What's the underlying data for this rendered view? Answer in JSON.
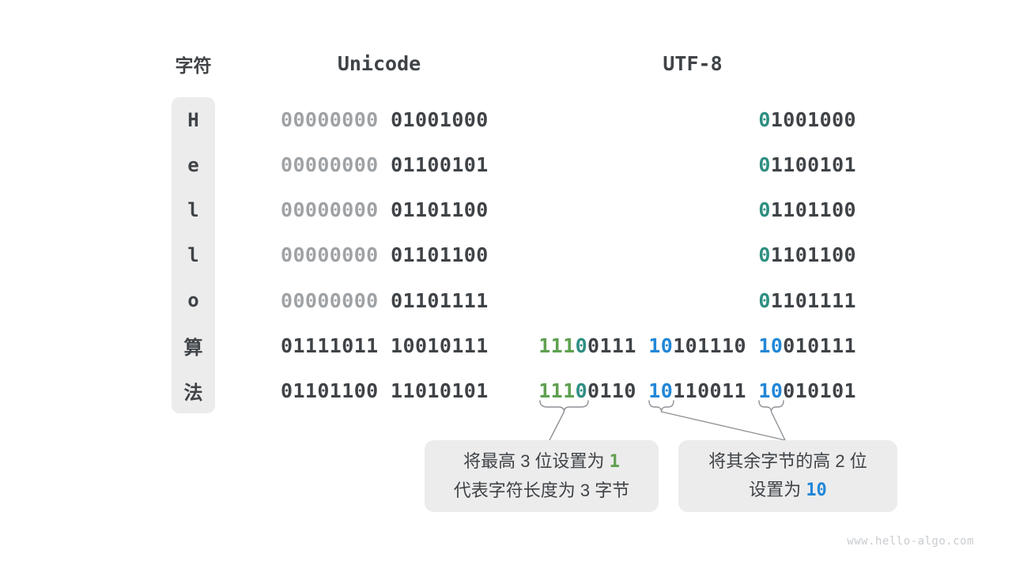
{
  "colors": {
    "dark": "#3F4347",
    "gray": "#9FA2A5",
    "green": "#5FA050",
    "teal": "#2E8F82",
    "blue": "#2287D7",
    "boxgray": "#ECECEC",
    "faint": "#C9CCCF",
    "line": "#8E9296"
  },
  "header": {
    "char": "字符",
    "unicode": "Unicode",
    "utf8": "UTF-8"
  },
  "table": {
    "rows": [
      {
        "char": "H",
        "unicode": [
          [
            "gray",
            "00000000 "
          ],
          [
            "dark",
            "01001000"
          ]
        ],
        "utf8": [
          [
            "teal",
            "0"
          ],
          [
            "dark",
            "1001000"
          ]
        ]
      },
      {
        "char": "e",
        "unicode": [
          [
            "gray",
            "00000000 "
          ],
          [
            "dark",
            "01100101"
          ]
        ],
        "utf8": [
          [
            "teal",
            "0"
          ],
          [
            "dark",
            "1100101"
          ]
        ]
      },
      {
        "char": "l",
        "unicode": [
          [
            "gray",
            "00000000 "
          ],
          [
            "dark",
            "01101100"
          ]
        ],
        "utf8": [
          [
            "teal",
            "0"
          ],
          [
            "dark",
            "1101100"
          ]
        ]
      },
      {
        "char": "l",
        "unicode": [
          [
            "gray",
            "00000000 "
          ],
          [
            "dark",
            "01101100"
          ]
        ],
        "utf8": [
          [
            "teal",
            "0"
          ],
          [
            "dark",
            "1101100"
          ]
        ]
      },
      {
        "char": "o",
        "unicode": [
          [
            "gray",
            "00000000 "
          ],
          [
            "dark",
            "01101111"
          ]
        ],
        "utf8": [
          [
            "teal",
            "0"
          ],
          [
            "dark",
            "1101111"
          ]
        ]
      },
      {
        "char": "算",
        "unicode": [
          [
            "dark",
            "01111011 10010111"
          ]
        ],
        "utf8": [
          [
            "green",
            "111"
          ],
          [
            "teal",
            "0"
          ],
          [
            "dark",
            "0111 "
          ],
          [
            "blue",
            "10"
          ],
          [
            "dark",
            "101110 "
          ],
          [
            "blue",
            "10"
          ],
          [
            "dark",
            "010111"
          ]
        ]
      },
      {
        "char": "法",
        "unicode": [
          [
            "dark",
            "01101100 11010101"
          ]
        ],
        "utf8": [
          [
            "green",
            "111"
          ],
          [
            "teal",
            "0"
          ],
          [
            "dark",
            "0110 "
          ],
          [
            "blue",
            "10"
          ],
          [
            "dark",
            "110011 "
          ],
          [
            "blue",
            "10"
          ],
          [
            "dark",
            "010101"
          ]
        ]
      }
    ]
  },
  "callouts": {
    "left": {
      "line1_prefix": "将最高 3 位设置为 ",
      "line1_highlight": "1",
      "line2": "代表字符长度为 3 字节"
    },
    "right": {
      "line1": "将其余字节的高 2 位",
      "line2_prefix": "设置为 ",
      "line2_highlight": "10"
    }
  },
  "watermark": "www.hello-algo.com"
}
